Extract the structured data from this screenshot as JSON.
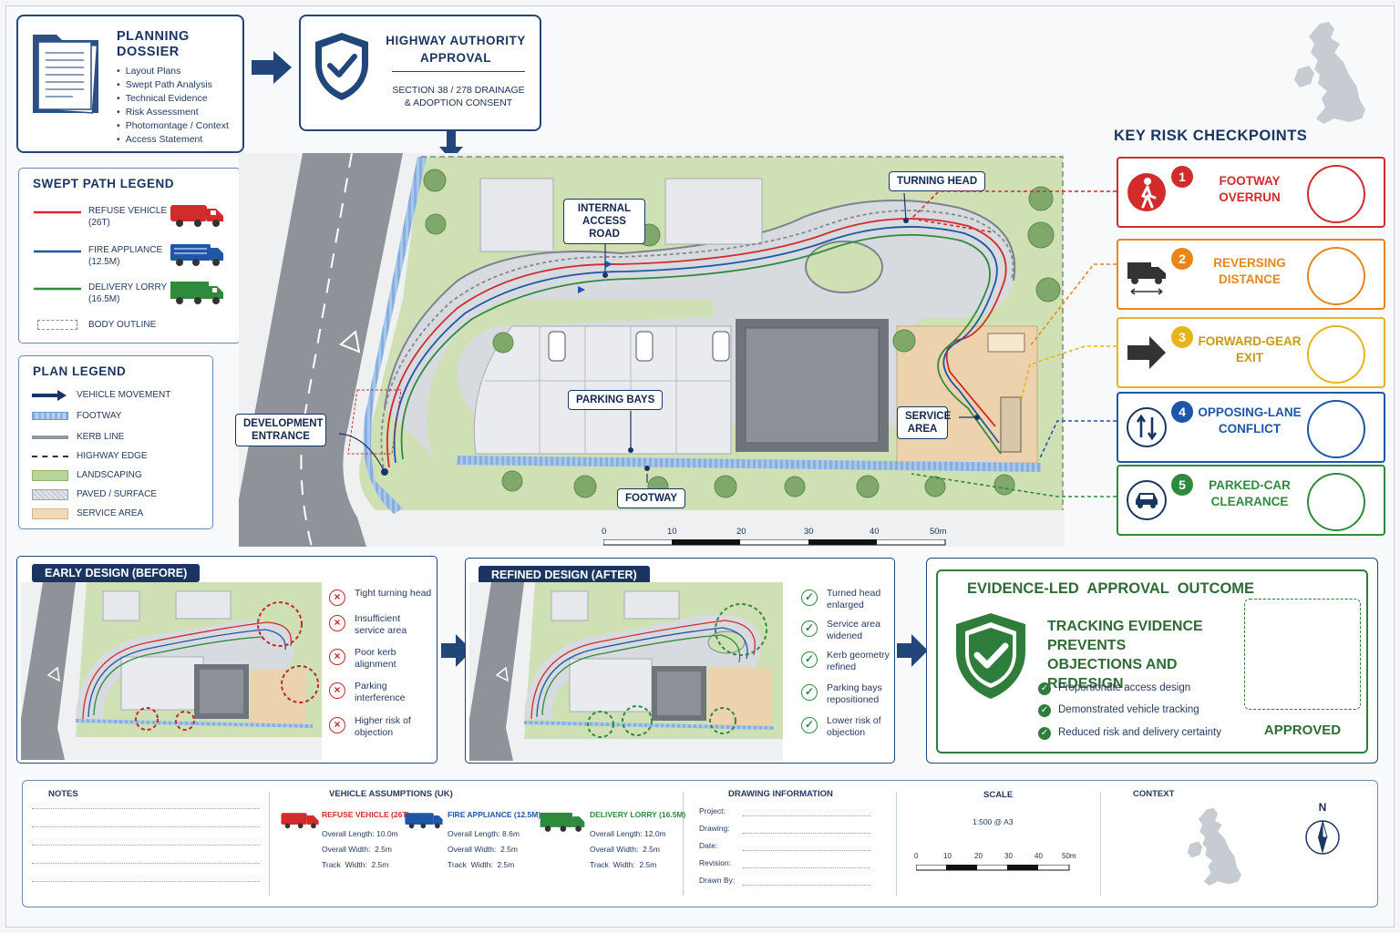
{
  "dossier": {
    "title": "PLANNING DOSSIER",
    "items": [
      "Layout Plans",
      "Swept Path Analysis",
      "Technical Evidence",
      "Risk Assessment",
      "Photomontage / Context",
      "Access Statement"
    ]
  },
  "approval": {
    "title": "HIGHWAY AUTHORITY APPROVAL",
    "subtitle": "SECTION 38 / 278 DRAINAGE & ADOPTION CONSENT"
  },
  "north_label": "N",
  "swept_legend": {
    "title": "SWEPT PATH LEGEND",
    "items": [
      {
        "label": "REFUSE VEHICLE",
        "sub": "(26T)",
        "color": "#d12b2b"
      },
      {
        "label": "FIRE APPLIANCE",
        "sub": "(12.5M)",
        "color": "#1e56a8"
      },
      {
        "label": "DELIVERY LORRY",
        "sub": "(16.5M)",
        "color": "#2f8a3e"
      },
      {
        "label": "BODY OUTLINE",
        "sub": "",
        "color": "#888888"
      }
    ]
  },
  "plan_legend": {
    "title": "PLAN LEGEND",
    "items": [
      "VEHICLE MOVEMENT",
      "FOOTWAY",
      "KERB LINE",
      "HIGHWAY EDGE",
      "LANDSCAPING",
      "PAVED / SURFACE",
      "SERVICE AREA"
    ]
  },
  "plan_tags": {
    "turning_head": "TURNING HEAD",
    "internal_road": "INTERNAL ACCESS ROAD",
    "parking_bays": "PARKING BAYS",
    "development_entrance": "DEVELOPMENT ENTRANCE",
    "service_area": "SERVICE AREA",
    "footway": "FOOTWAY"
  },
  "scale_bar": {
    "ticks": [
      "0",
      "10",
      "20",
      "30",
      "40",
      "50m"
    ]
  },
  "risk": {
    "title": "KEY RISK CHECKPOINTS",
    "items": [
      {
        "num": "1",
        "label": "FOOTWAY OVERRUN",
        "color": "#d12b2b"
      },
      {
        "num": "2",
        "label": "REVERSING DISTANCE",
        "color": "#e8861a"
      },
      {
        "num": "3",
        "label": "FORWARD-GEAR EXIT",
        "color": "#e6b51e"
      },
      {
        "num": "4",
        "label": "OPPOSING-LANE CONFLICT",
        "color": "#1e56a8"
      },
      {
        "num": "5",
        "label": "PARKED-CAR CLEARANCE",
        "color": "#2f8a3e"
      }
    ]
  },
  "before": {
    "title": "EARLY DESIGN (BEFORE)",
    "items": [
      "Tight turning head",
      "Insufficient service area",
      "Poor kerb alignment",
      "Parking interference",
      "Higher risk of objection"
    ]
  },
  "after": {
    "title": "REFINED DESIGN (AFTER)",
    "items": [
      "Turned head enlarged",
      "Service area widened",
      "Kerb geometry refined",
      "Parking bays repositioned",
      "Lower risk of objection"
    ]
  },
  "outcome": {
    "title": "EVIDENCE-LED  APPROVAL  OUTCOME",
    "headline": "TRACKING EVIDENCE PREVENTS OBJECTIONS AND REDESIGN",
    "items": [
      "Proportionate access design",
      "Demonstrated vehicle tracking",
      "Reduced risk and delivery certainty"
    ],
    "stamp": "APPROVED"
  },
  "footer": {
    "notes": "NOTES",
    "vehicle_title": "VEHICLE ASSUMPTIONS (UK)",
    "vehicles": [
      {
        "name": "REFUSE VEHICLE (26T)",
        "length": "Overall Length: 10.0m",
        "width": "Overall Width:  2.5m",
        "track": "Track  Width:  2.5m",
        "color": "#d12b2b"
      },
      {
        "name": "FIRE APPLIANCE (12.5M)",
        "length": "Overall Length: 8.6m",
        "width": "Overall Width:  2.5m",
        "track": "Track  Width:  2.5m",
        "color": "#1e56a8"
      },
      {
        "name": "DELIVERY LORRY (16.5M)",
        "length": "Overall Length: 12.0m",
        "width": "Overall Width:  2.5m",
        "track": "Track  Width:  2.5m",
        "color": "#2f8a3e"
      }
    ],
    "drawing_title": "DRAWING INFORMATION",
    "drawing_fields": [
      "Project:",
      "Drawing:",
      "Date:",
      "Revision:",
      "Drawn By:"
    ],
    "scale_title": "SCALE",
    "scale_value": "1:500 @ A3",
    "context_title": "CONTEXT"
  }
}
